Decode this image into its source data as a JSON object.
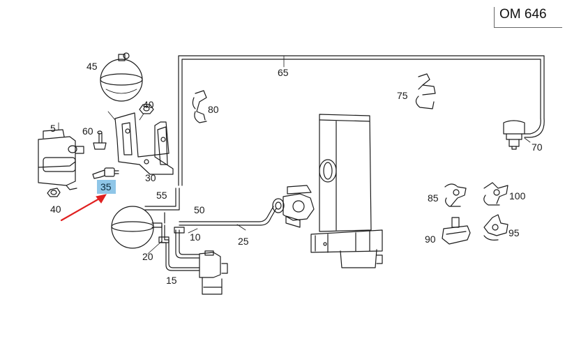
{
  "engine": {
    "code": "OM 646"
  },
  "parts": [
    {
      "number": "5"
    },
    {
      "number": "10"
    },
    {
      "number": "15"
    },
    {
      "number": "20"
    },
    {
      "number": "25"
    },
    {
      "number": "30"
    },
    {
      "number": "35"
    },
    {
      "number": "40"
    },
    {
      "number": "40"
    },
    {
      "number": "45"
    },
    {
      "number": "50"
    },
    {
      "number": "55"
    },
    {
      "number": "60"
    },
    {
      "number": "65"
    },
    {
      "number": "70"
    },
    {
      "number": "75"
    },
    {
      "number": "80"
    },
    {
      "number": "85"
    },
    {
      "number": "90"
    },
    {
      "number": "95"
    },
    {
      "number": "100"
    }
  ],
  "selected_part": "35",
  "colors": {
    "highlight": "#8fc6e8",
    "pointer_arrow": "#e02020",
    "line": "#1a1a1a"
  }
}
